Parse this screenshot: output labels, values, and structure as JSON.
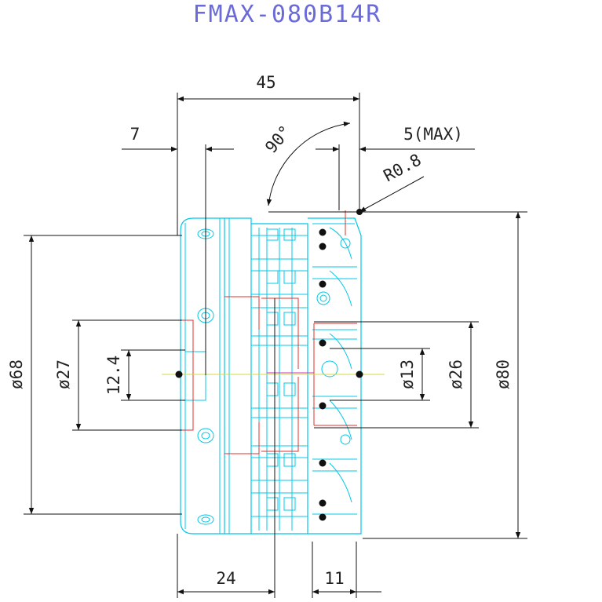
{
  "title": "FMAX-080B14R",
  "dimensions": {
    "overall_length": "45",
    "flange_offset": "7",
    "max_depth": "5(MAX)",
    "lead_angle": "90°",
    "corner_radius": "R0.8",
    "outer_diameter": "ø80",
    "body_diameter": "ø68",
    "pilot_diameter": "ø27",
    "keyway_width": "12.4",
    "bore_diameter": "ø13",
    "counterbore_diameter": "ø26",
    "flange_thickness": "24",
    "insert_length": "11"
  },
  "colors": {
    "title": "#6a6ad8",
    "body_outline": "#00c8e8",
    "hidden_lines": "#e03030",
    "dimension_lines": "#111111"
  }
}
